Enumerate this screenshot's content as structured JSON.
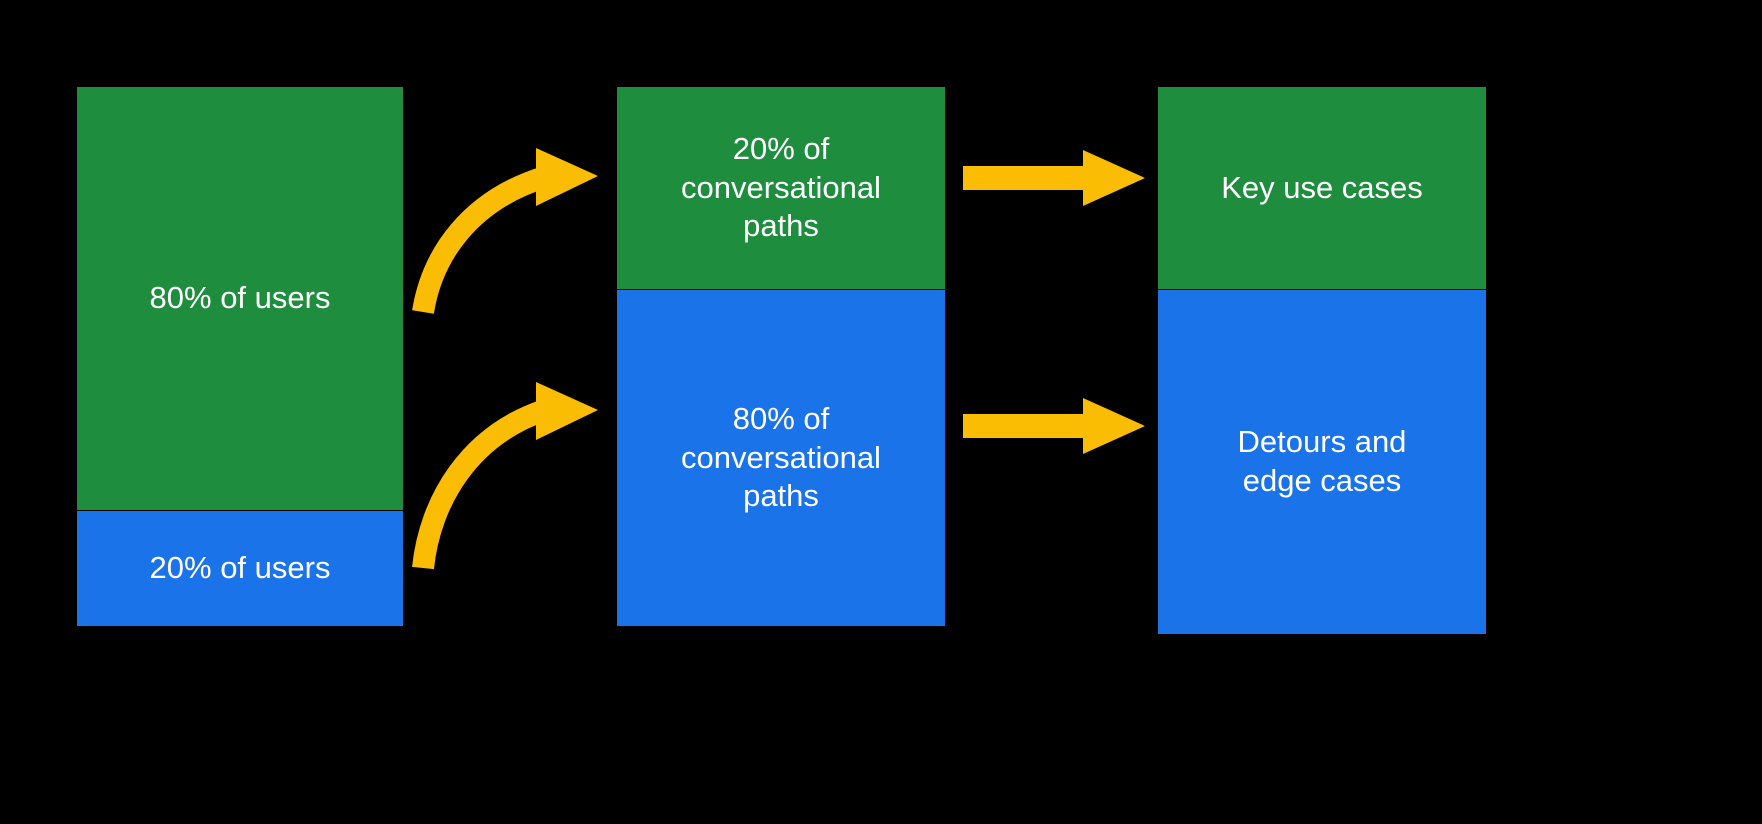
{
  "diagram": {
    "title": "80/20 conversational design funnel",
    "background_color": "#000000",
    "colors": {
      "green": "#1E8E3E",
      "blue": "#1A73E8",
      "yellow": "#FBBC04",
      "text": "#FFFFFF"
    }
  },
  "columns": [
    {
      "name": "users",
      "segments": [
        {
          "id": "users-majority",
          "label": "80% of users",
          "color": "#1E8E3E",
          "share": 80
        },
        {
          "id": "users-minority",
          "label": "20% of users",
          "color": "#1A73E8",
          "share": 20
        }
      ]
    },
    {
      "name": "conversational-paths",
      "segments": [
        {
          "id": "paths-minority",
          "label": "20% of\nconversational\npaths",
          "color": "#1E8E3E",
          "share": 20
        },
        {
          "id": "paths-majority",
          "label": "80% of\nconversational\npaths",
          "color": "#1A73E8",
          "share": 80
        }
      ]
    },
    {
      "name": "outcomes",
      "segments": [
        {
          "id": "outcome-key",
          "label": "Key use cases",
          "color": "#1E8E3E"
        },
        {
          "id": "outcome-detour",
          "label": "Detours and\nedge cases",
          "color": "#1A73E8"
        }
      ]
    }
  ],
  "connectors": [
    {
      "id": "curve-users-to-paths-top",
      "style": "curved",
      "from": "users-majority",
      "to": "paths-minority",
      "color": "#FBBC04"
    },
    {
      "id": "curve-users-to-paths-bottom",
      "style": "curved",
      "from": "users-minority",
      "to": "paths-majority",
      "color": "#FBBC04"
    },
    {
      "id": "arrow-paths-to-key",
      "style": "straight",
      "from": "paths-minority",
      "to": "outcome-key",
      "color": "#FBBC04"
    },
    {
      "id": "arrow-paths-to-detours",
      "style": "straight",
      "from": "paths-majority",
      "to": "outcome-detour",
      "color": "#FBBC04"
    }
  ]
}
